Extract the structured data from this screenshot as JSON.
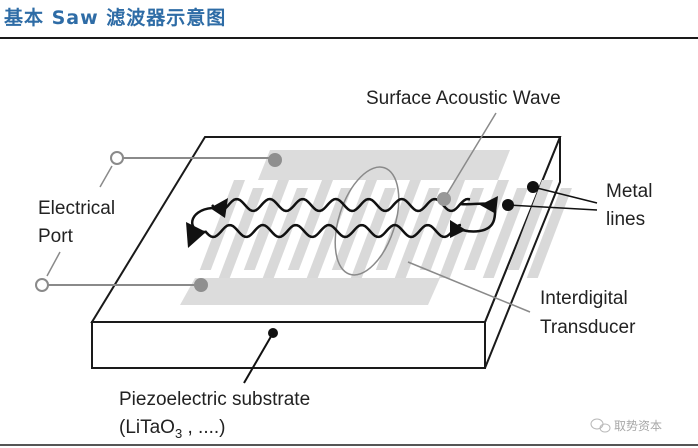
{
  "header": {
    "title": "基本 Saw 滤波器示意图",
    "title_color": "#2e6ca6"
  },
  "diagram": {
    "labels": {
      "surface_acoustic_wave": "Surface Acoustic Wave",
      "electrical_port_line1": "Electrical",
      "electrical_port_line2": "Port",
      "metal_lines_line1": "Metal",
      "metal_lines_line2": "lines",
      "interdigital_line1": "Interdigital",
      "interdigital_line2": "Transducer",
      "substrate_line1": "Piezoelectric substrate",
      "substrate_line2_prefix": "(LiTaO",
      "substrate_line2_subscript": "3",
      "substrate_line2_suffix": " , ....)"
    },
    "colors": {
      "electrode_gray": "#d9d9d9",
      "pad_gray": "#8f8f8f",
      "outline": "#1a1a1a",
      "leader_gray": "#8a8a8a"
    }
  },
  "watermark": {
    "text": "取势资本",
    "icon": "wechat-icon"
  }
}
